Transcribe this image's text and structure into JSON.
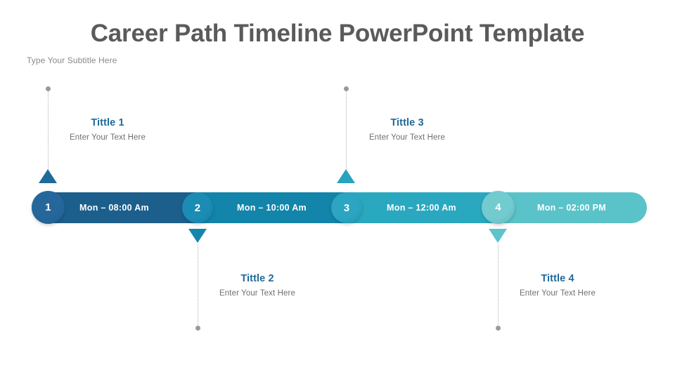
{
  "slide": {
    "title": "Career Path Timeline PowerPoint Template",
    "subtitle": "Type Your Subtitle Here",
    "background": "#ffffff",
    "title_color": "#5a5a5a",
    "subtitle_color": "#8a8a8a"
  },
  "timeline": {
    "accent_title_color": "#1f6a99",
    "body_text_color": "#6f6f6f",
    "connector_color": "#b4b4b4",
    "connector_dot_color": "#9a9a9a",
    "milestones": [
      {
        "number": "1",
        "time_label": "Mon – 08:00 Am",
        "title": "Tittle 1",
        "text": "Enter Your Text Here",
        "position": "above",
        "segment_color": "#1c5f8c",
        "node_color": "#25679b",
        "marker_color": "#1f6a99"
      },
      {
        "number": "2",
        "time_label": "Mon – 10:00 Am",
        "title": "Tittle 2",
        "text": "Enter Your Text Here",
        "position": "below",
        "segment_color": "#1385ab",
        "node_color": "#1b8cb4",
        "marker_color": "#1585ad"
      },
      {
        "number": "3",
        "time_label": "Mon – 12:00 Am",
        "title": "Tittle 3",
        "text": "Enter Your Text Here",
        "position": "above",
        "segment_color": "#2aa8c0",
        "node_color": "#2ba5c2",
        "marker_color": "#26a3bf"
      },
      {
        "number": "4",
        "time_label": "Mon – 02:00 PM",
        "title": "Tittle 4",
        "text": "Enter Your Text Here",
        "position": "below",
        "segment_color": "#5ac3c9",
        "node_color": "#71cbcf",
        "marker_color": "#5cc4ca"
      }
    ]
  }
}
